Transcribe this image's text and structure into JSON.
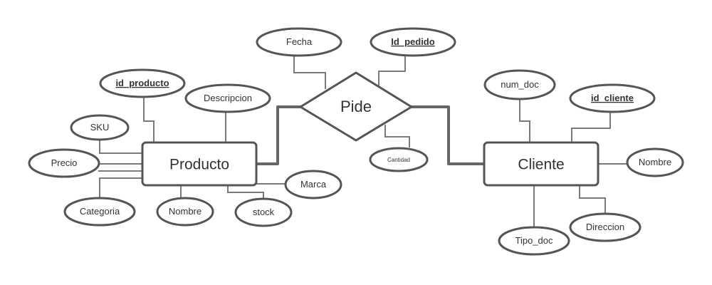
{
  "colors": {
    "stroke": "#555555",
    "thin_line": "#7a7a7a",
    "thick_line": "#666666",
    "text": "#333333",
    "fill": "#ffffff"
  },
  "diagram": {
    "relationship": {
      "label": "Pide"
    },
    "entities": {
      "producto": {
        "label": "Producto"
      },
      "cliente": {
        "label": "Cliente"
      }
    },
    "attributes": {
      "fecha": {
        "label": "Fecha",
        "key": false
      },
      "id_pedido": {
        "label": "Id_pedido",
        "key": true
      },
      "cantidad": {
        "label": "Cantidad",
        "key": false
      },
      "id_producto": {
        "label": "id_producto",
        "key": true
      },
      "descripcion": {
        "label": "Descripcion",
        "key": false
      },
      "sku": {
        "label": "SKU",
        "key": false
      },
      "precio": {
        "label": "Precio",
        "key": false
      },
      "categoria": {
        "label": "Categoria",
        "key": false
      },
      "nombre_producto": {
        "label": "Nombre",
        "key": false
      },
      "stock": {
        "label": "stock",
        "key": false
      },
      "marca": {
        "label": "Marca",
        "key": false
      },
      "num_doc": {
        "label": "num_doc",
        "key": false
      },
      "id_cliente": {
        "label": "id_cliente",
        "key": true
      },
      "nombre_cliente": {
        "label": "Nombre",
        "key": false
      },
      "direccion": {
        "label": "Direccion",
        "key": false
      },
      "tipo_doc": {
        "label": "Tipo_doc",
        "key": false
      }
    }
  }
}
